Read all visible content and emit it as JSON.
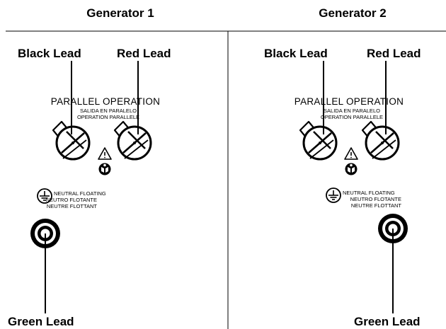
{
  "panels": [
    {
      "title": "Generator 1",
      "labels": {
        "black_lead": "Black Lead",
        "red_lead": "Red Lead",
        "green_lead": "Green Lead"
      }
    },
    {
      "title": "Generator 2",
      "labels": {
        "black_lead": "Black Lead",
        "red_lead": "Red Lead",
        "green_lead": "Green Lead"
      }
    }
  ],
  "panel_markings": {
    "parallel_title": "PARALLEL OPERATION",
    "parallel_es": "SALIDA EN PARALELO",
    "parallel_fr": "OPERATION PARALLELE",
    "neutral_en": "NEUTRAL FLOATING",
    "neutral_es": "NEUTRO FLOTANTE",
    "neutral_fr": "NEUTRE FLOTTANT"
  }
}
